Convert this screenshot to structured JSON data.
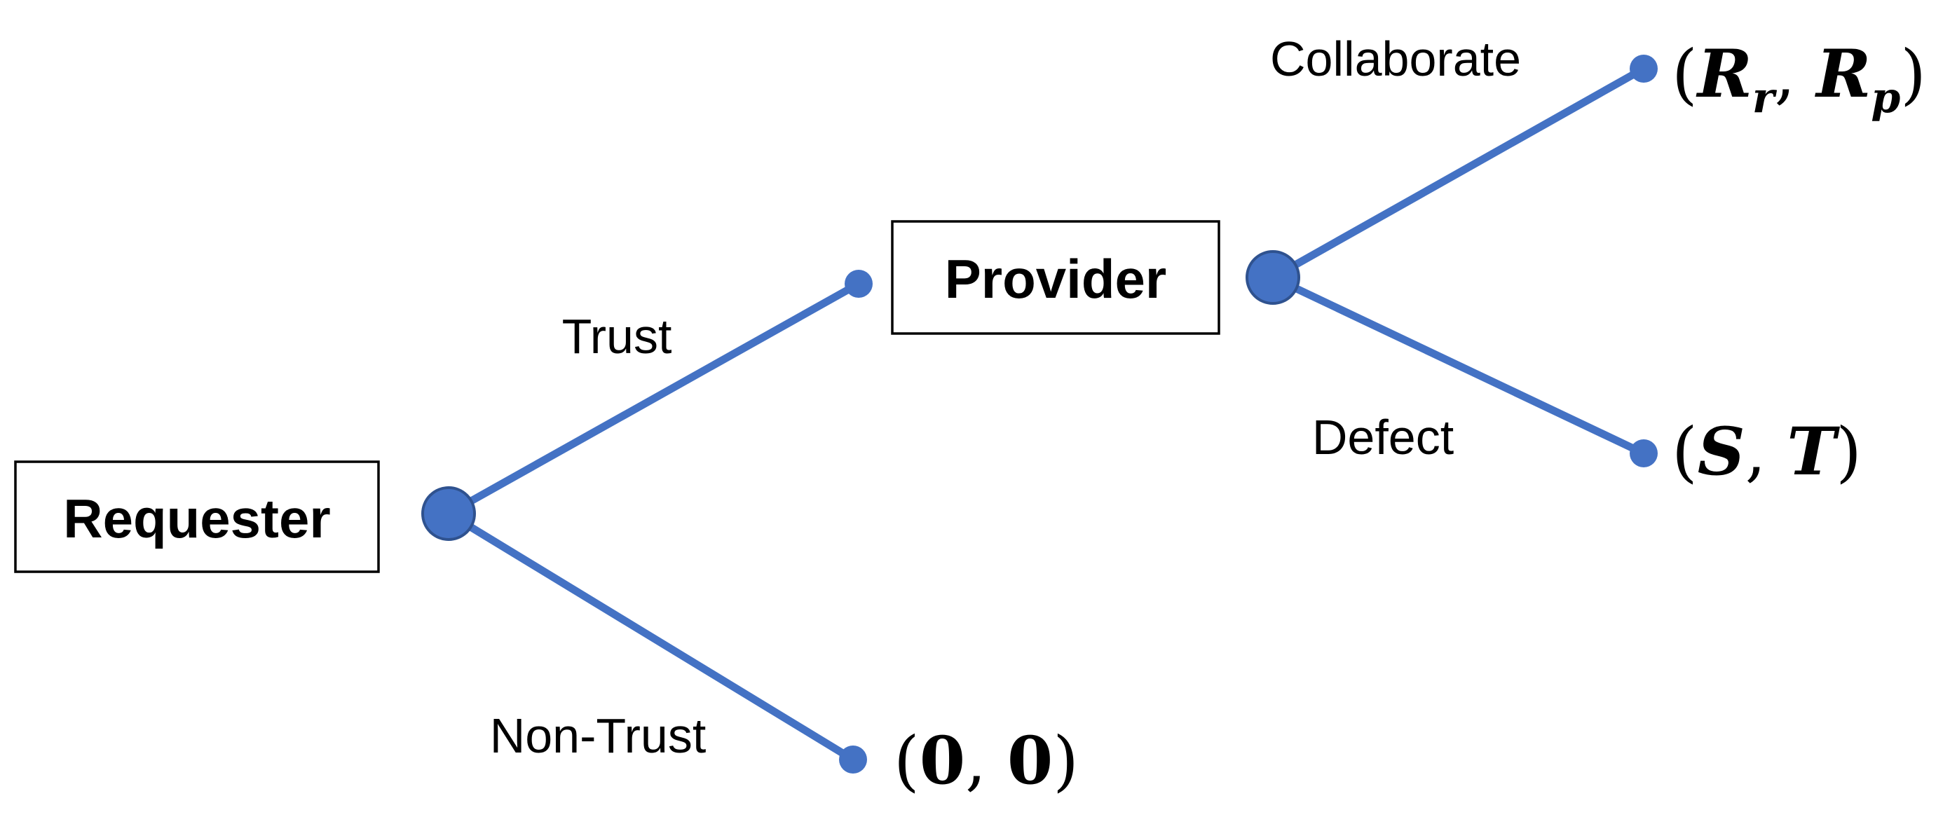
{
  "colors": {
    "edge": "#4472c4",
    "node_fill": "#4472c4",
    "node_stroke": "#2f528f",
    "text": "#000000",
    "box_border": "#000000"
  },
  "players": {
    "requester": "Requester",
    "provider": "Provider"
  },
  "actions": {
    "trust": "Trust",
    "non_trust": "Non-Trust",
    "collaborate": "Collaborate",
    "defect": "Defect"
  },
  "payoffs": {
    "collaborate": {
      "open": "(",
      "a": "R",
      "a_sub": "r",
      "sep": ", ",
      "b": "R",
      "b_sub": "p",
      "close": ")"
    },
    "defect": {
      "open": "(",
      "a": "S",
      "sep": ", ",
      "b": "T",
      "close": ")"
    },
    "non_trust": {
      "open": "(",
      "a": "0",
      "sep": ", ",
      "b": "0",
      "close": ")"
    }
  }
}
